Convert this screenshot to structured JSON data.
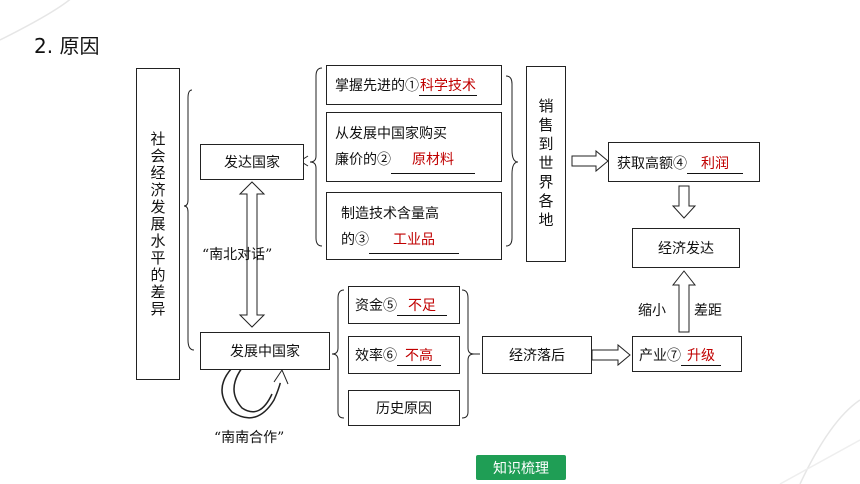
{
  "heading": "2. 原因",
  "left_vertical": "社会经济发展水平的差异",
  "developed": "发达国家",
  "developing": "发展中国家",
  "north_south": "“南北对话”",
  "south_south": "“南南合作”",
  "d1_text": "掌握先进的①",
  "d1_answer": "科学技术",
  "d2_text_a": "从发展中国家购买",
  "d2_text_b": "廉价的②",
  "d2_answer": "原材料",
  "d3_text_a": "制造技术含量高",
  "d3_text_b": "的③",
  "d3_answer": "工业品",
  "sell": "销售到世界各地",
  "profit_text": "获取高额④",
  "profit_answer": "利润",
  "econ_dev": "经济发达",
  "gap_a": "缩小",
  "gap_b": "差距",
  "f1_text": "资金⑤",
  "f1_answer": "不足",
  "f2_text": "效率⑥",
  "f2_answer": "不高",
  "f3_text": "历史原因",
  "backward": "经济落后",
  "industry_text": "产业⑦",
  "industry_answer": "升级",
  "footer_button": "知识梳理"
}
